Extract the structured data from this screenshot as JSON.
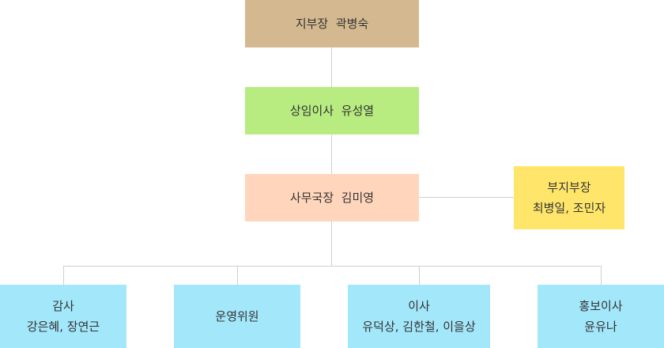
{
  "colors": {
    "head": "#d4b990",
    "vice": "#b8ec80",
    "secretary": "#ffd6bb",
    "deputy": "#ffe66b",
    "committee": "#a3e7fb",
    "connector": "#cfcfcf",
    "text": "#333333"
  },
  "nodes": {
    "head": {
      "lines": [
        "지부장  곽병숙"
      ]
    },
    "vice": {
      "lines": [
        "상임이사  유성열"
      ]
    },
    "secretary": {
      "lines": [
        "사무국장  김미영"
      ]
    },
    "deputy": {
      "lines": [
        "부지부장",
        "최병일, 조민자"
      ]
    },
    "audit": {
      "lines": [
        "감사",
        "강은혜, 장연근"
      ]
    },
    "steering": {
      "lines": [
        "운영위원"
      ]
    },
    "directors": {
      "lines": [
        "이사",
        "유덕상, 김한철, 이을상"
      ]
    },
    "pr": {
      "lines": [
        "홍보이사",
        "윤유나"
      ]
    }
  }
}
